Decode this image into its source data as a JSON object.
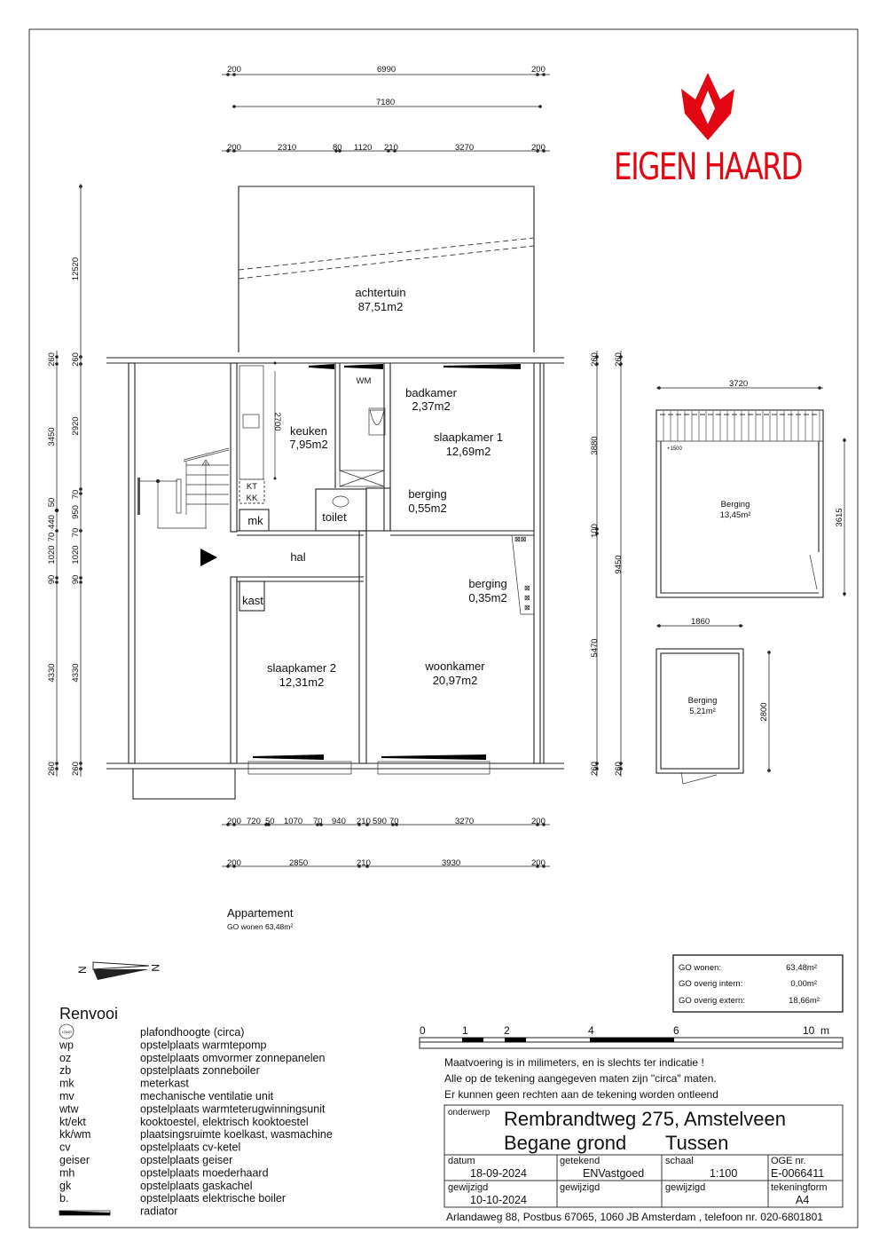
{
  "logo": {
    "text": "EIGEN HAARD",
    "color": "#e30613"
  },
  "dims": {
    "top_row1": [
      "200",
      "6990",
      "200"
    ],
    "top_row2": [
      "7180"
    ],
    "top_row3": [
      "200",
      "2310",
      "80",
      "1120",
      "210",
      "3270",
      "200"
    ],
    "left_outer": [
      "260",
      "3450",
      "50",
      "440",
      "70",
      "1020",
      "90",
      "4330",
      "260"
    ],
    "left_inner": [
      "12520",
      "260",
      "2920",
      "70",
      "950",
      "70",
      "1020",
      "90",
      "4330",
      "260"
    ],
    "right_inner": [
      "260",
      "3880",
      "100",
      "5470",
      "260"
    ],
    "right_outer": [
      "260",
      "9450",
      "260"
    ],
    "bottom_row1": [
      "200",
      "720",
      "50",
      "1070",
      "70",
      "940",
      "210",
      "590",
      "70",
      "3270",
      "200"
    ],
    "bottom_row2": [
      "200",
      "2850",
      "210",
      "3930",
      "200"
    ],
    "kitchen_height": "2700"
  },
  "rooms": {
    "achtertuin": {
      "name": "achtertuin",
      "area": "87,51m2"
    },
    "keuken": {
      "name": "keuken",
      "area": "7,95m2"
    },
    "badkamer": {
      "name": "badkamer",
      "area": "2,37m2"
    },
    "slaapkamer1": {
      "name": "slaapkamer 1",
      "area": "12,69m2"
    },
    "berging1": {
      "name": "berging",
      "area": "0,55m2"
    },
    "berging2": {
      "name": "berging",
      "area": "0,35m2"
    },
    "slaapkamer2": {
      "name": "slaapkamer 2",
      "area": "12,31m2"
    },
    "woonkamer": {
      "name": "woonkamer",
      "area": "20,97m2"
    },
    "hal": "hal",
    "toilet": "toilet",
    "mk": "mk",
    "kast": "kast",
    "wm": "WM",
    "kt": "KT",
    "kk": "KK"
  },
  "storage_large": {
    "width": "3720",
    "depth": "3615",
    "level": "+1500",
    "name": "Berging",
    "area": "13,45m²"
  },
  "storage_small": {
    "width": "1860",
    "depth": "2800",
    "name": "Berging",
    "area": "5,21m²"
  },
  "apartment": {
    "title": "Appartement",
    "subtitle": "GO wonen 63,48m²"
  },
  "compass": {
    "label": "N"
  },
  "go_table": [
    {
      "label": "GO wonen:",
      "value": "63,48m²"
    },
    {
      "label": "GO overig intern:",
      "value": "0,00m²"
    },
    {
      "label": "GO overig extern:",
      "value": "18,66m²"
    }
  ],
  "scale_bar": {
    "labels": [
      "0",
      "1",
      "2",
      "4",
      "6",
      "10  m"
    ]
  },
  "notes": [
    "Maatvoering is in milimeters, en is slechts ter indicatie !",
    "Alle op de tekening aangegeven maten zijn \"circa\" maten.",
    "Er kunnen geen rechten aan de tekening worden ontleend"
  ],
  "legend": {
    "title": "Renvooi",
    "ceiling_symbol": "±2540",
    "items": [
      {
        "code": "",
        "desc": "plafondhoogte (circa)"
      },
      {
        "code": "wp",
        "desc": "opstelplaats warmtepomp"
      },
      {
        "code": "oz",
        "desc": "opstelplaats omvormer zonnepanelen"
      },
      {
        "code": "zb",
        "desc": "opstelplaats zonneboiler"
      },
      {
        "code": "mk",
        "desc": "meterkast"
      },
      {
        "code": "mv",
        "desc": "mechanische ventilatie unit"
      },
      {
        "code": "wtw",
        "desc": "opstelplaats warmteterugwinningsunit"
      },
      {
        "code": "kt/ekt",
        "desc": "kooktoestel, elektrisch kooktoestel"
      },
      {
        "code": "kk/wm",
        "desc": "plaatsingsruimte koelkast, wasmachine"
      },
      {
        "code": "cv",
        "desc": "opstelplaats cv-ketel"
      },
      {
        "code": "geiser",
        "desc": "opstelplaats geiser"
      },
      {
        "code": "mh",
        "desc": "opstelplaats moederhaard"
      },
      {
        "code": "gk",
        "desc": "opstelplaats gaskachel"
      },
      {
        "code": "b.",
        "desc": "opstelplaats elektrische boiler"
      },
      {
        "code": "",
        "desc": "radiator"
      }
    ]
  },
  "title_block": {
    "subject_label": "onderwerp",
    "address": "Rembrandtweg 275, Amstelveen",
    "floor": "Begane grond",
    "position": "Tussen",
    "datum_label": "datum",
    "datum": "18-09-2024",
    "getekend_label": "getekend",
    "getekend": "ENVastgoed",
    "schaal_label": "schaal",
    "schaal": "1:100",
    "oge_label": "OGE nr.",
    "oge": "E-0066411",
    "gewijzigd_label": "gewijzigd",
    "gewijzigd": "10-10-2024",
    "gewijzigd2_label": "gewijzigd",
    "gewijzigd3_label": "gewijzigd",
    "form_label": "tekeningform",
    "form": "A4",
    "address_footer": "Arlandaweg 88, Postbus 67065, 1060 JB Amsterdam , telefoon nr. 020-6801801"
  }
}
